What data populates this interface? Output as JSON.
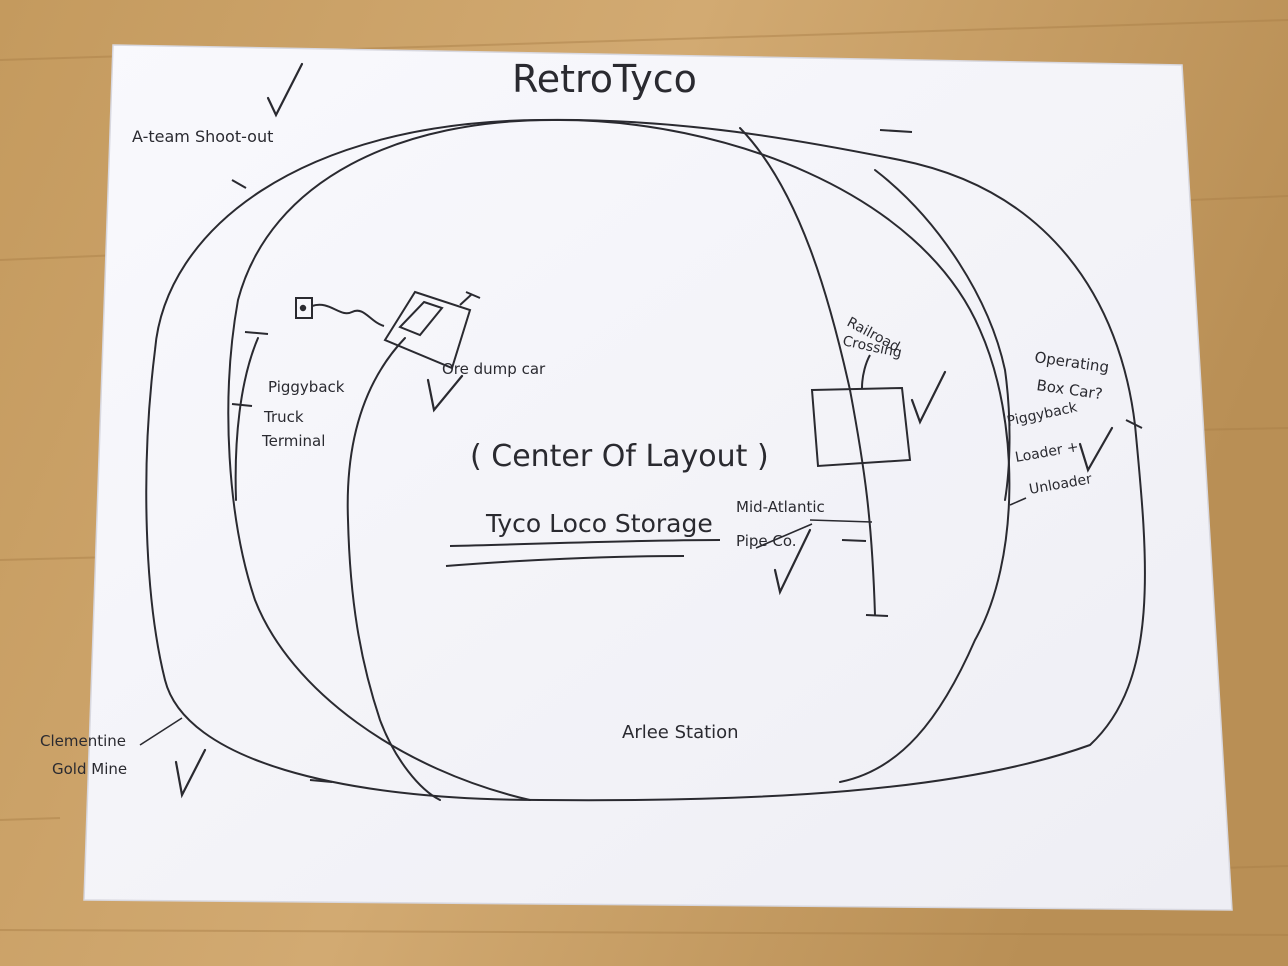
{
  "title": "RetroTyco",
  "labels": {
    "a_team": "A-team Shoot-out",
    "ore_dump": "Ore dump car",
    "piggyback_line1": "Piggyback",
    "piggyback_line2": "Truck",
    "piggyback_line3": "Terminal",
    "railroad_crossing_line1": "Railroad",
    "railroad_crossing_line2": "Crossing",
    "operating_box_line1": "Operating",
    "operating_box_line2": "Box Car?",
    "piggyback_loader_line1": "Piggyback",
    "piggyback_loader_line2": "Loader +",
    "piggyback_loader_line3": "Unloader",
    "center": "( Center Of Layout )",
    "storage": "Tyco Loco Storage",
    "mid_atlantic_line1": "Mid-Atlantic",
    "mid_atlantic_line2": "Pipe Co.",
    "clementine_line1": "Clementine",
    "clementine_line2": "Gold Mine",
    "arlee": "Arlee Station"
  },
  "colors": {
    "wood": "#c9a066",
    "paper": "#f7f7fb",
    "ink": "#2a2a30"
  }
}
